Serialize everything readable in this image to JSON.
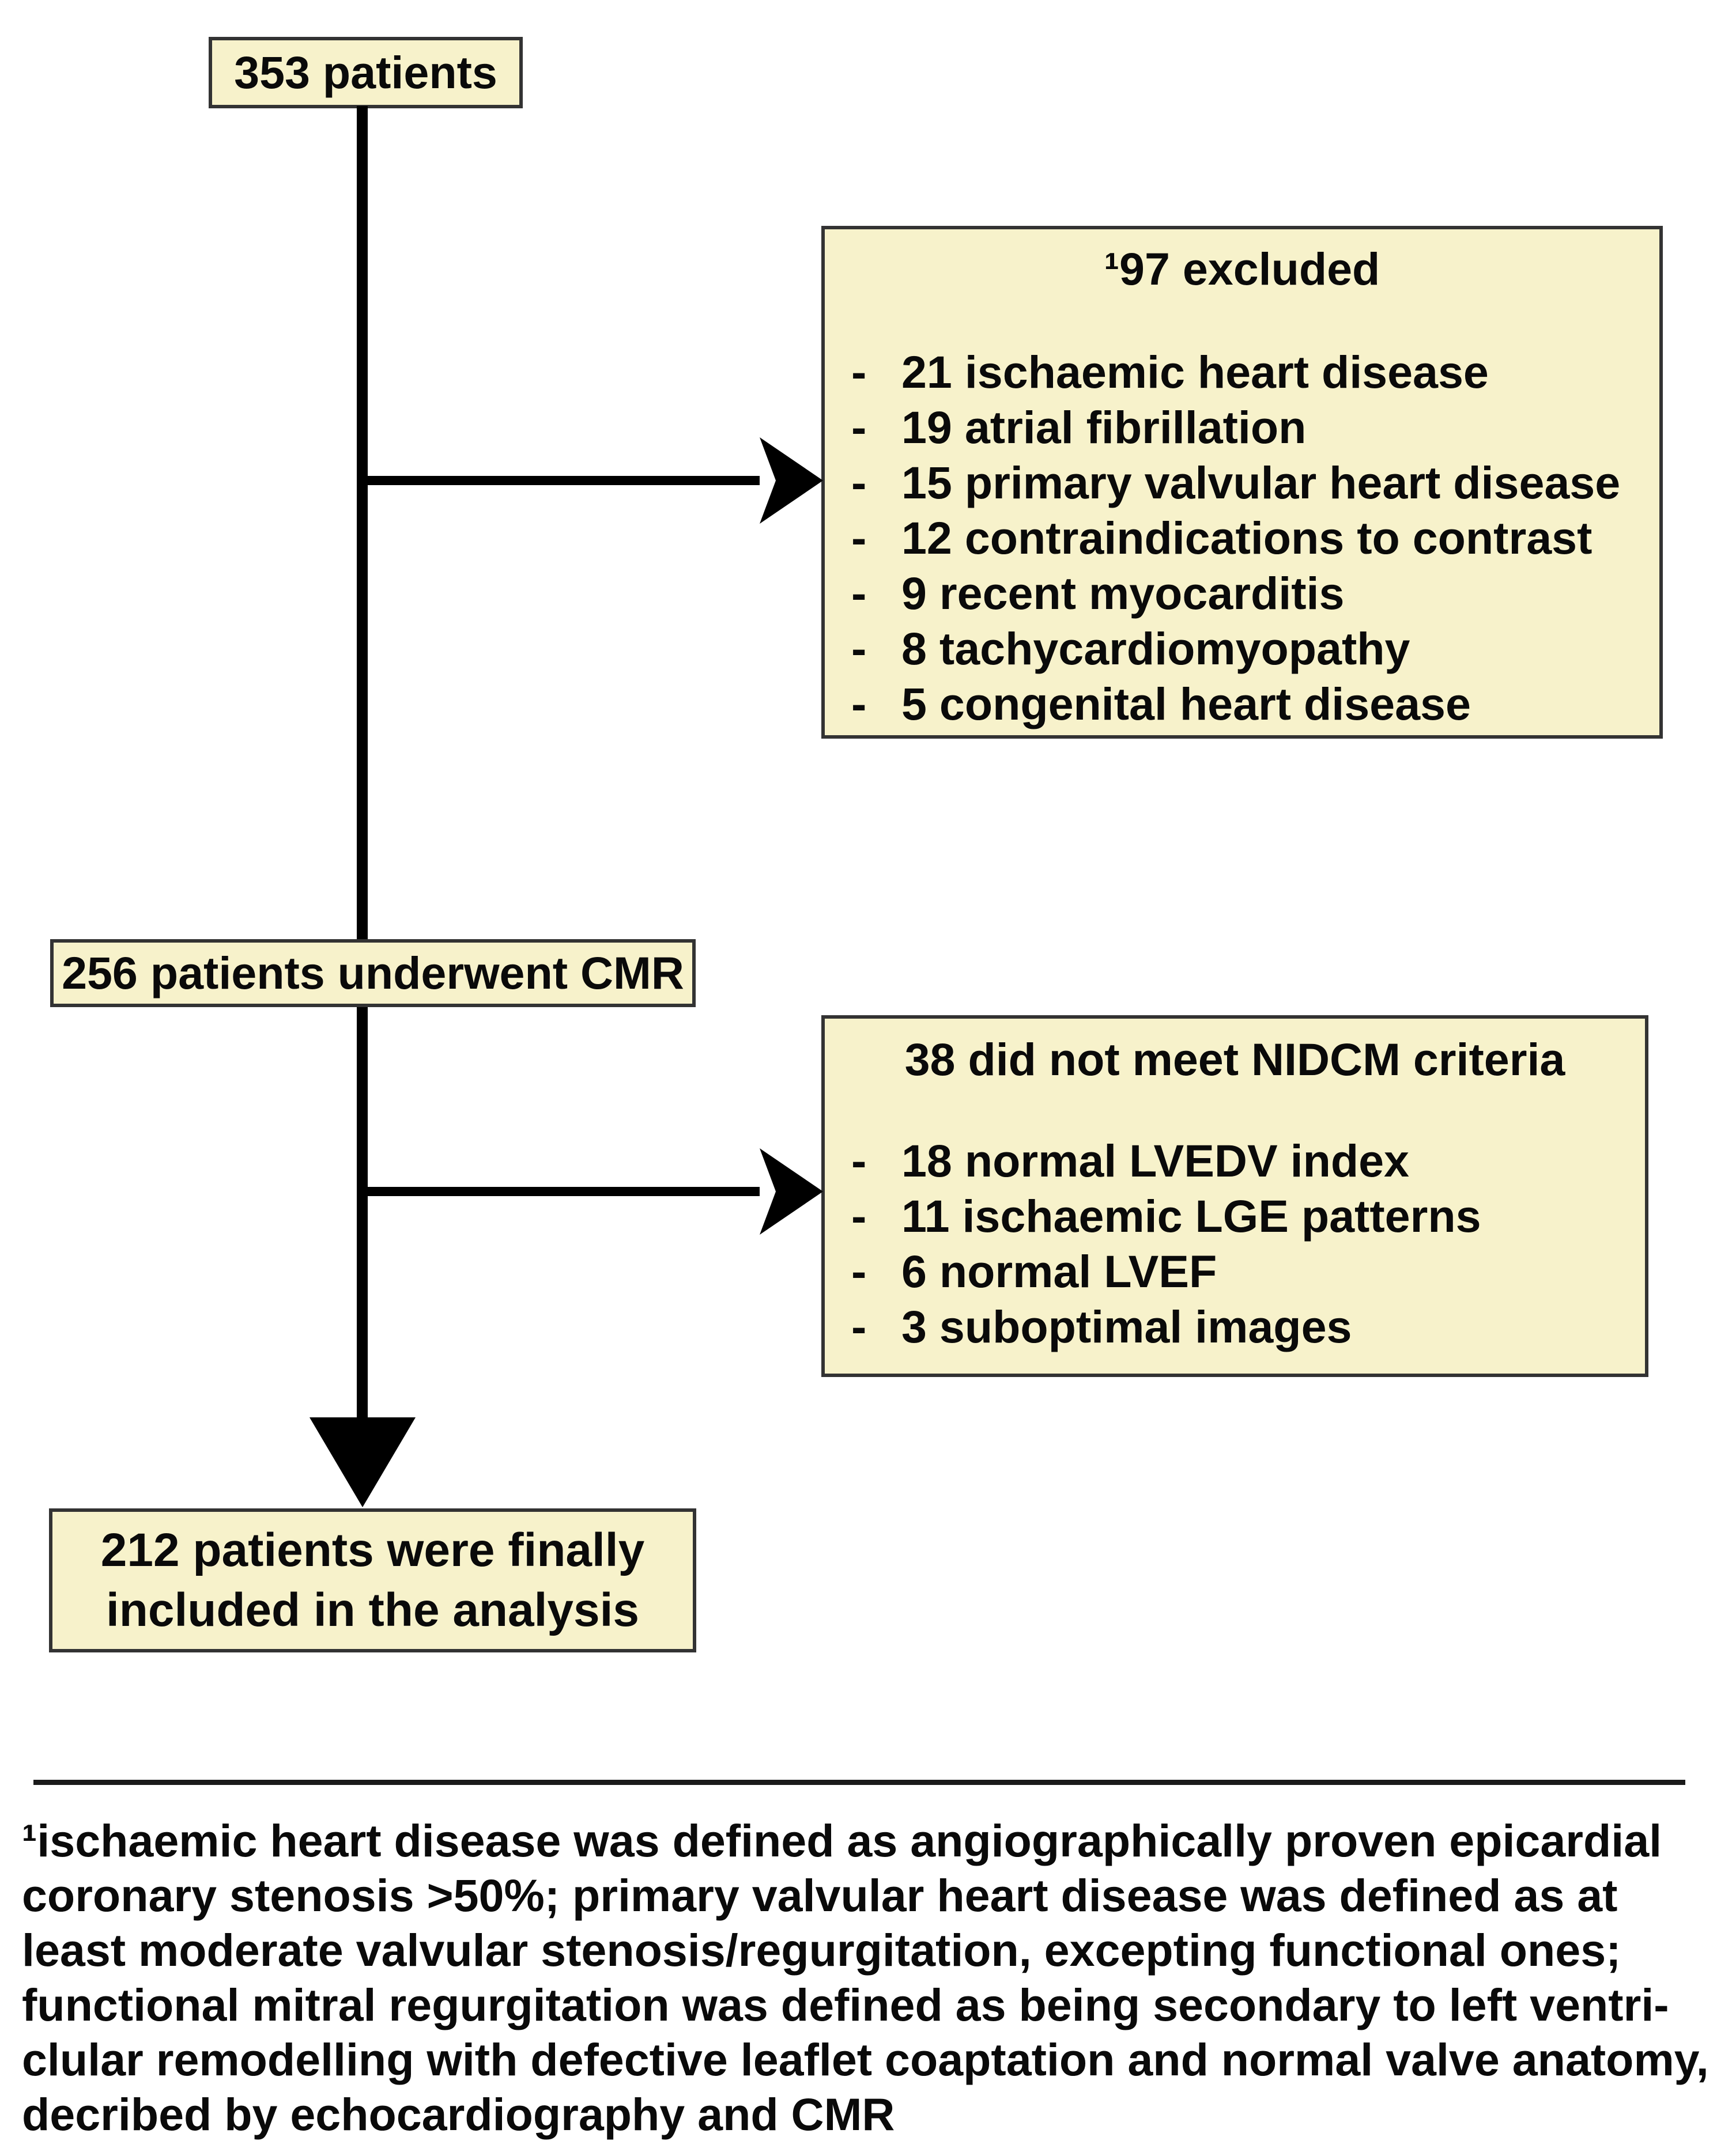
{
  "diagram": {
    "type": "patient-flow-diagram",
    "nodes": {
      "start": {
        "label": "353 patients"
      },
      "excluded": {
        "title": "¹97 excluded",
        "items": [
          "21 ischaemic heart disease",
          "19 atrial fibrillation",
          "15 primary valvular heart disease",
          "12 contraindications to contrast",
          "9 recent myocarditis",
          "8 tachycardiomyopathy",
          "5 congenital heart disease"
        ]
      },
      "cmr": {
        "label": "256 patients underwent CMR"
      },
      "nidcm": {
        "title": "38 did not meet NIDCM criteria",
        "items": [
          "18 normal LVEDV index",
          "11 ischaemic LGE patterns",
          "6 normal LVEF",
          "3 suboptimal images"
        ]
      },
      "final": {
        "lines": [
          "212 patients were finally",
          "included in the analysis"
        ]
      }
    },
    "glyphs": {
      "dash": "-"
    },
    "footnote": {
      "lines": [
        "¹ischaemic heart disease was defined as angiographically proven epicardial",
        "coronary stenosis >50%; primary valvular heart disease was defined as at",
        "least moderate valvular stenosis/regurgitation, excepting functional ones;",
        "functional mitral regurgitation was defined as being secondary to left ventri-",
        "clular remodelling with defective leaflet coaptation and normal valve anatomy,",
        "decribed by echocardiography and CMR"
      ]
    },
    "colors": {
      "box_fill": "#f7f2cb",
      "box_border": "#333333",
      "connector": "#000000",
      "text": "#0a0a0a",
      "background": "#ffffff"
    }
  }
}
